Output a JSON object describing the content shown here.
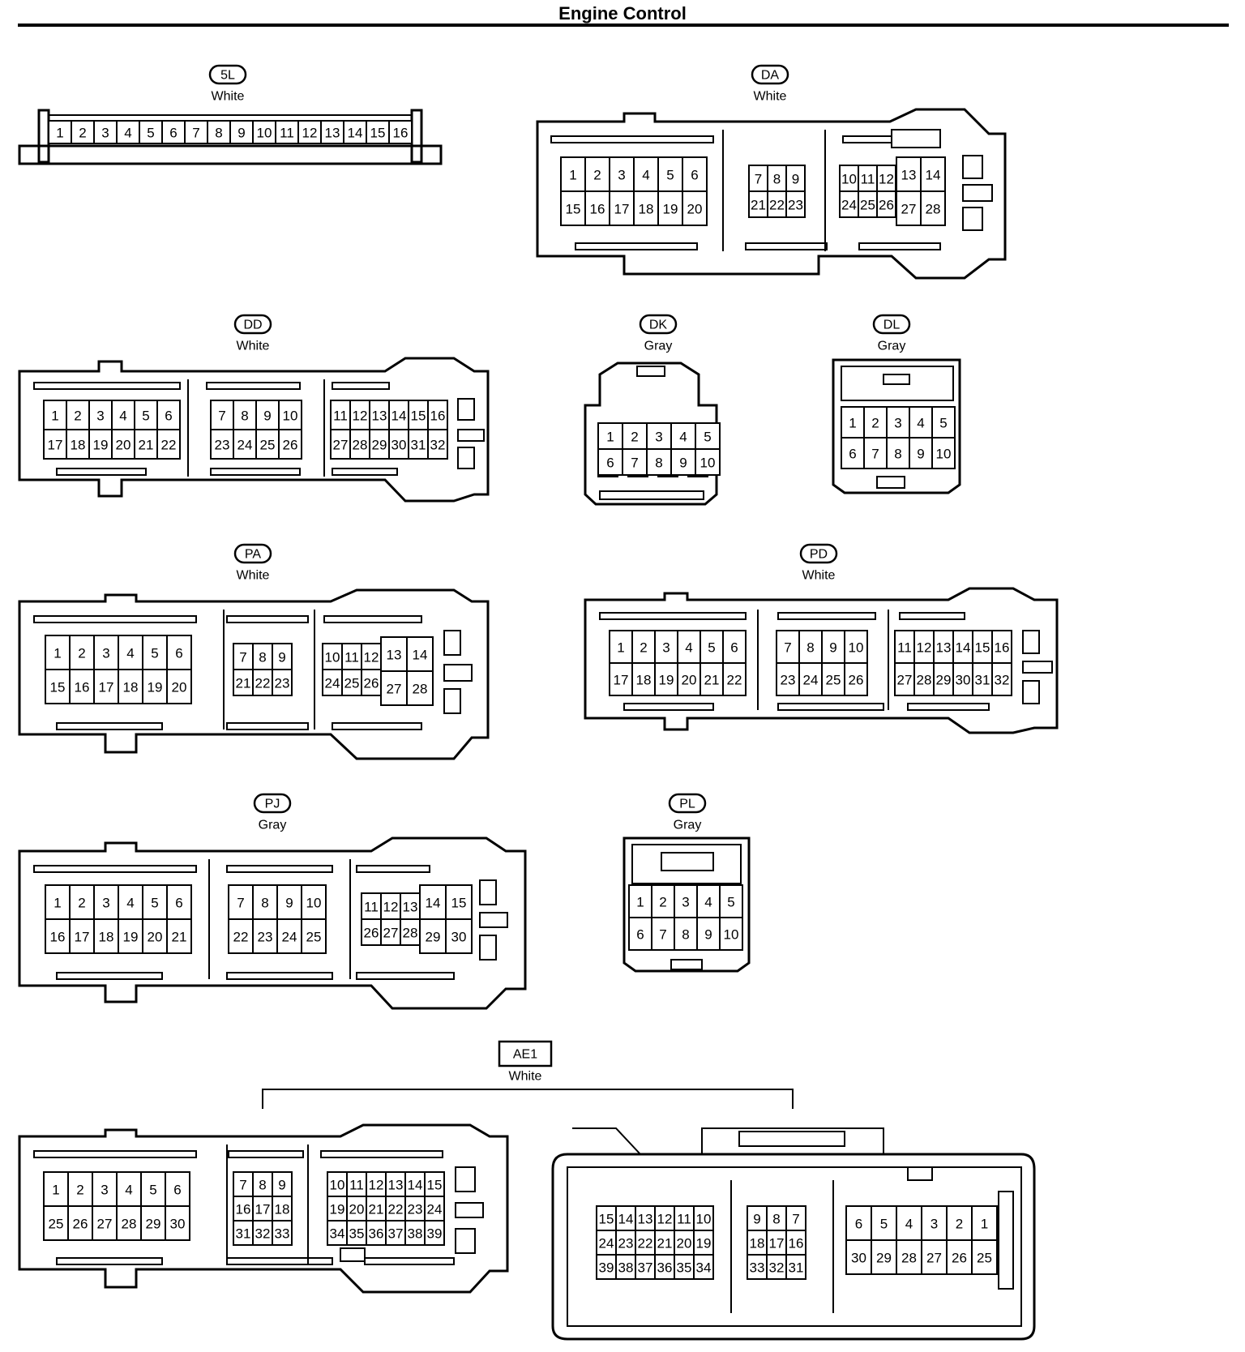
{
  "title": "Engine Control",
  "connectors": [
    {
      "id": "5L",
      "color": "White",
      "rows": [
        [
          "1",
          "2",
          "3",
          "4",
          "5",
          "6",
          "7",
          "8",
          "9",
          "10",
          "11",
          "12",
          "13",
          "14",
          "15",
          "16"
        ]
      ]
    },
    {
      "id": "DA",
      "color": "White",
      "groups": [
        [
          [
            "1",
            "2",
            "3",
            "4",
            "5",
            "6"
          ],
          [
            "15",
            "16",
            "17",
            "18",
            "19",
            "20"
          ]
        ],
        [
          [
            "7",
            "8",
            "9"
          ],
          [
            "21",
            "22",
            "23"
          ]
        ],
        [
          [
            "10",
            "11",
            "12",
            "13",
            "14"
          ],
          [
            "24",
            "25",
            "26",
            "27",
            "28"
          ]
        ]
      ]
    },
    {
      "id": "DD",
      "color": "White",
      "groups": [
        [
          [
            "1",
            "2",
            "3",
            "4",
            "5",
            "6"
          ],
          [
            "17",
            "18",
            "19",
            "20",
            "21",
            "22"
          ]
        ],
        [
          [
            "7",
            "8",
            "9",
            "10"
          ],
          [
            "23",
            "24",
            "25",
            "26"
          ]
        ],
        [
          [
            "11",
            "12",
            "13",
            "14",
            "15",
            "16"
          ],
          [
            "27",
            "28",
            "29",
            "30",
            "31",
            "32"
          ]
        ]
      ]
    },
    {
      "id": "DK",
      "color": "Gray",
      "rows": [
        [
          "1",
          "2",
          "3",
          "4",
          "5"
        ],
        [
          "6",
          "7",
          "8",
          "9",
          "10"
        ]
      ]
    },
    {
      "id": "DL",
      "color": "Gray",
      "rows": [
        [
          "1",
          "2",
          "3",
          "4",
          "5"
        ],
        [
          "6",
          "7",
          "8",
          "9",
          "10"
        ]
      ]
    },
    {
      "id": "PA",
      "color": "White",
      "groups": [
        [
          [
            "1",
            "2",
            "3",
            "4",
            "5",
            "6"
          ],
          [
            "15",
            "16",
            "17",
            "18",
            "19",
            "20"
          ]
        ],
        [
          [
            "7",
            "8",
            "9"
          ],
          [
            "21",
            "22",
            "23"
          ]
        ],
        [
          [
            "10",
            "11",
            "12",
            "13",
            "14"
          ],
          [
            "24",
            "25",
            "26",
            "27",
            "28"
          ]
        ]
      ]
    },
    {
      "id": "PD",
      "color": "White",
      "groups": [
        [
          [
            "1",
            "2",
            "3",
            "4",
            "5",
            "6"
          ],
          [
            "17",
            "18",
            "19",
            "20",
            "21",
            "22"
          ]
        ],
        [
          [
            "7",
            "8",
            "9",
            "10"
          ],
          [
            "23",
            "24",
            "25",
            "26"
          ]
        ],
        [
          [
            "11",
            "12",
            "13",
            "14",
            "15",
            "16"
          ],
          [
            "27",
            "28",
            "29",
            "30",
            "31",
            "32"
          ]
        ]
      ]
    },
    {
      "id": "PJ",
      "color": "Gray",
      "groups": [
        [
          [
            "1",
            "2",
            "3",
            "4",
            "5",
            "6"
          ],
          [
            "16",
            "17",
            "18",
            "19",
            "20",
            "21"
          ]
        ],
        [
          [
            "7",
            "8",
            "9",
            "10"
          ],
          [
            "22",
            "23",
            "24",
            "25"
          ]
        ],
        [
          [
            "11",
            "12",
            "13",
            "14",
            "15"
          ],
          [
            "26",
            "27",
            "28",
            "29",
            "30"
          ]
        ]
      ]
    },
    {
      "id": "PL",
      "color": "Gray",
      "rows": [
        [
          "1",
          "2",
          "3",
          "4",
          "5"
        ],
        [
          "6",
          "7",
          "8",
          "9",
          "10"
        ]
      ]
    },
    {
      "id": "AE1",
      "color": "White",
      "left_groups": [
        [
          [
            "1",
            "2",
            "3",
            "4",
            "5",
            "6"
          ],
          [
            "25",
            "26",
            "27",
            "28",
            "29",
            "30"
          ]
        ],
        [
          [
            "7",
            "8",
            "9"
          ],
          [
            "16",
            "17",
            "18"
          ],
          [
            "31",
            "32",
            "33"
          ]
        ],
        [
          [
            "10",
            "11",
            "12",
            "13",
            "14",
            "15"
          ],
          [
            "19",
            "20",
            "21",
            "22",
            "23",
            "24"
          ],
          [
            "34",
            "35",
            "36",
            "37",
            "38",
            "39"
          ]
        ]
      ],
      "right_groups": [
        [
          [
            "15",
            "14",
            "13",
            "12",
            "11",
            "10"
          ],
          [
            "24",
            "23",
            "22",
            "21",
            "20",
            "19"
          ],
          [
            "39",
            "38",
            "37",
            "36",
            "35",
            "34"
          ]
        ],
        [
          [
            "9",
            "8",
            "7"
          ],
          [
            "18",
            "17",
            "16"
          ],
          [
            "33",
            "32",
            "31"
          ]
        ],
        [
          [
            "6",
            "5",
            "4",
            "3",
            "2",
            "1"
          ],
          [
            "30",
            "29",
            "28",
            "27",
            "26",
            "25"
          ]
        ]
      ]
    }
  ]
}
